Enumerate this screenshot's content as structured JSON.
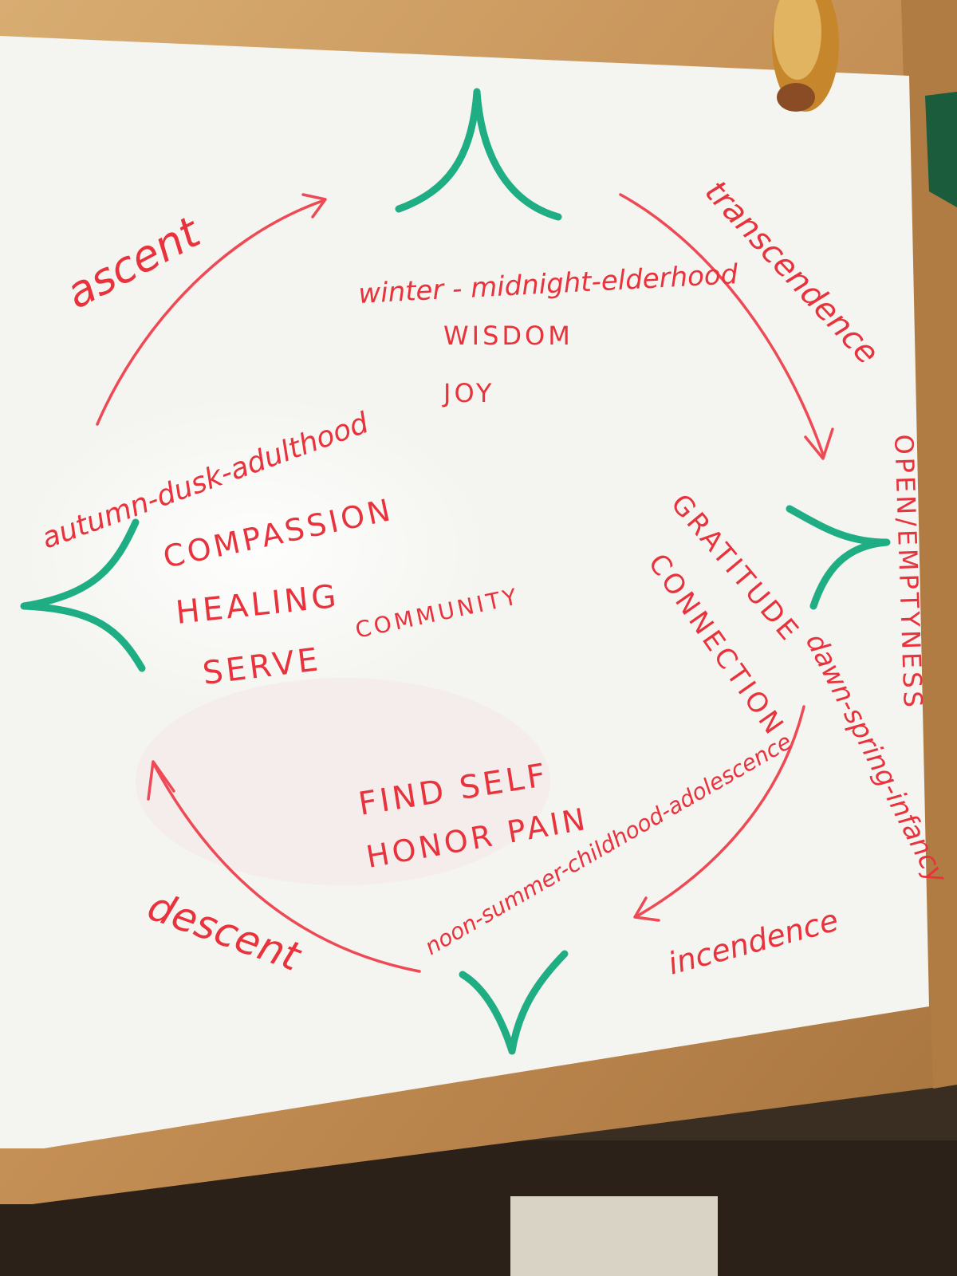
{
  "cycle": {
    "ascent": "ascent",
    "transcendence": "transcendence",
    "open_emptyness": "OPEN/EMPTYNESS",
    "incendence": "incendence",
    "descent": "descent"
  },
  "seasons": {
    "winter": "winter - midnight-elderhood",
    "spring": "dawn-spring-infancy",
    "summer": "noon-summer-childhood-adolescence",
    "autumn": "autumn-dusk-adulthood"
  },
  "qualities": {
    "winter": [
      "WISDOM",
      "JOY"
    ],
    "spring": [
      "GRATITUDE",
      "CONNECTION"
    ],
    "summer": [
      "FIND SELF",
      "HONOR PAIN"
    ],
    "autumn": [
      "COMPASSION",
      "HEALING",
      "SERVE",
      "COMMUNITY"
    ]
  },
  "colors": {
    "marker_red": "#e8323c",
    "marker_green": "#1fae83",
    "board": "#f3f3ef",
    "frame": "#c99a5e"
  }
}
